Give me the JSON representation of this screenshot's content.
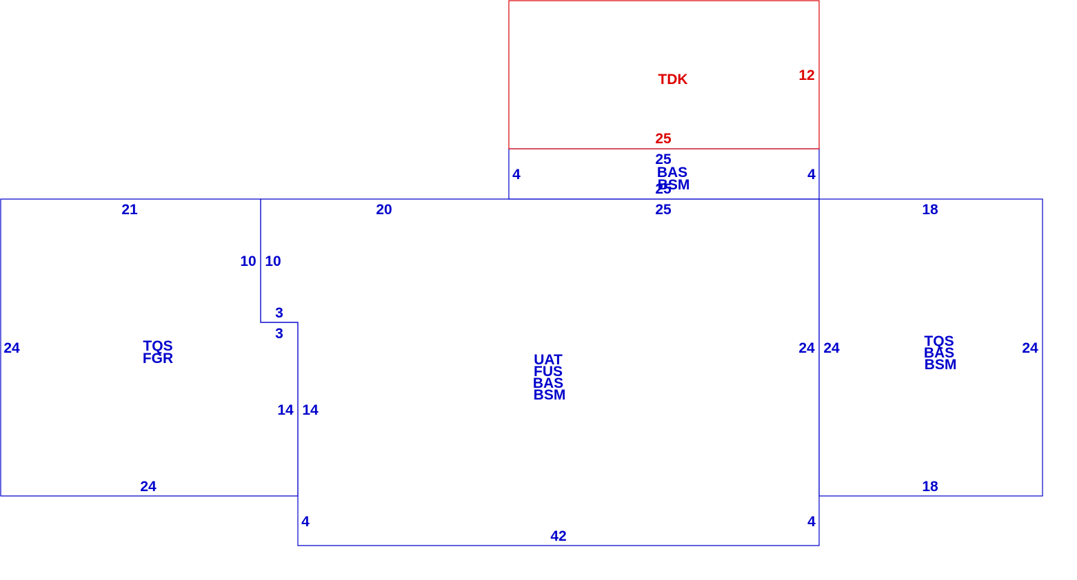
{
  "colors": {
    "primary_outline": "#0000cc",
    "deck_outline": "#dd0000"
  },
  "areas": {
    "left_wing": {
      "codes": [
        "TQS",
        "FGR"
      ],
      "dims": {
        "top": "21",
        "left": "24",
        "bottom": "24",
        "right_upper": "10",
        "notch": "3",
        "right_lower": "14"
      }
    },
    "main": {
      "codes": [
        "UAT",
        "FUS",
        "BAS",
        "BSM"
      ],
      "dims": {
        "top_left": "20",
        "top_right": "25",
        "left_upper": "10",
        "notch_top": "3",
        "left_lower": "14",
        "right": "24",
        "bottom_left_step": "4",
        "bottom_right_step": "4",
        "bottom": "42"
      }
    },
    "right_wing": {
      "codes": [
        "TQS",
        "BAS",
        "BSM"
      ],
      "dims": {
        "top": "18",
        "left": "24",
        "right": "24",
        "bottom": "18"
      }
    },
    "bump_out": {
      "codes": [
        "BAS",
        "BSM"
      ],
      "dims": {
        "top": "25",
        "left": "4",
        "right": "4",
        "bottom": "25"
      }
    },
    "deck": {
      "code": "TDK",
      "dims": {
        "right": "12",
        "bottom": "25"
      }
    }
  }
}
